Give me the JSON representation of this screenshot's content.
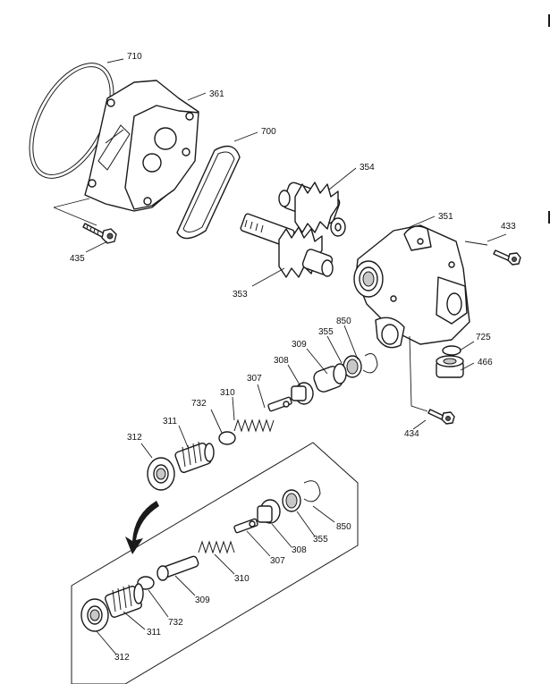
{
  "diagram": {
    "labels": {
      "p710": "710",
      "p361": "361",
      "p700": "700",
      "p354": "354",
      "p351": "351",
      "p433": "433",
      "p435": "435",
      "p353": "353",
      "p850a": "850",
      "p355a": "355",
      "p309a": "309",
      "p308a": "308",
      "p307a": "307",
      "p725": "725",
      "p466": "466",
      "p732a": "732",
      "p310a": "310",
      "p311a": "311",
      "p312a": "312",
      "p434": "434",
      "p850b": "850",
      "p355b": "355",
      "p308b": "308",
      "p307b": "307",
      "p310b": "310",
      "p309b": "309",
      "p732b": "732",
      "p311b": "311",
      "p312b": "312"
    }
  }
}
